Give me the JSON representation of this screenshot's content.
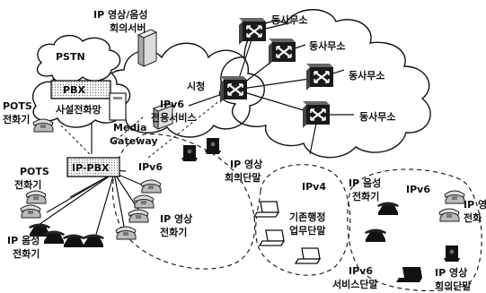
{
  "labels": {
    "conf_server_1": "IP 영상/음성",
    "conf_server_2": "회의서버",
    "pstn": "PSTN",
    "pbx": "PBX",
    "private_net": "사설전화망",
    "pots_top_1": "POTS",
    "pots_top_2": "전화기",
    "media_gw_1": "Media",
    "media_gw_2": "Gateway",
    "city_hall": "시청",
    "ipv6_service_1": "IPv6",
    "ipv6_service_2": "전용서비스",
    "ip_pbx": "IP-PBX",
    "pots_bottom_1": "POTS",
    "pots_bottom_2": "전화기",
    "ipv6_left": "IPv6",
    "ip_video_conf_1": "IP 영상",
    "ip_video_conf_2": "회의단말",
    "ip_video_phone_1": "IP 영상",
    "ip_video_phone_2": "전화기",
    "ip_voice_phone_1": "IP 음성",
    "ip_voice_phone_2": "전화기",
    "office_1": "동사무소",
    "office_2": "동사무소",
    "office_3": "동사무소",
    "office_4": "동사무소",
    "ipv4": "IPv4",
    "legacy_terminal_1": "기존행정",
    "legacy_terminal_2": "업무단말",
    "ip_voice_phone_r1": "IP 음성",
    "ip_voice_phone_r2": "전화기",
    "ipv6_right": "IPv6",
    "ip_video_right_1": "IP 영",
    "ip_video_right_2": "전화",
    "ipv6_service_term_1": "IPv6",
    "ipv6_service_term_2": "서비스단말",
    "ip_video_conf_r1": "IP 영상",
    "ip_video_conf_r2": "회의단말"
  }
}
